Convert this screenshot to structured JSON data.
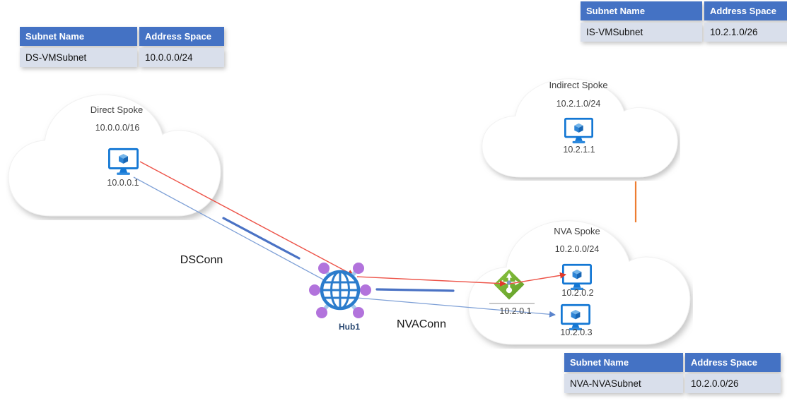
{
  "table_headers": {
    "subnet_name": "Subnet Name",
    "address_space": "Address Space"
  },
  "tables": {
    "direct_spoke": {
      "subnet_name": "DS-VMSubnet",
      "address_space": "10.0.0.0/24"
    },
    "indirect_spoke": {
      "subnet_name": "IS-VMSubnet",
      "address_space": "10.2.1.0/26"
    },
    "nva_spoke": {
      "subnet_name": "NVA-NVASubnet",
      "address_space": "10.2.0.0/26"
    }
  },
  "clouds": {
    "direct_spoke": {
      "title": "Direct Spoke",
      "address_space": "10.0.0.0/16",
      "vm_ip": "10.0.0.1"
    },
    "indirect_spoke": {
      "title": "Indirect Spoke",
      "address_space": "10.2.1.0/24",
      "vm_ip": "10.2.1.1"
    },
    "nva_spoke": {
      "title": "NVA Spoke",
      "address_space": "10.2.0.0/24",
      "nva_ip": "10.2.0.1",
      "vm1_ip": "10.2.0.2",
      "vm2_ip": "10.2.0.3"
    }
  },
  "hub": {
    "label": "Hub1"
  },
  "connections": {
    "ds": {
      "label": "DSConn"
    },
    "nva": {
      "label": "NVAConn"
    }
  },
  "icons": {
    "vm": "azure-virtual-machine-icon",
    "nva": "network-virtual-appliance-icon",
    "hub": "virtual-wan-hub-globe-icon"
  },
  "colors": {
    "table_header_bg": "#4472C4",
    "table_row_bg": "#D9DFEB",
    "route_red": "#ED5348",
    "route_blue": "#7D9FD6",
    "connection_blue": "#4A72C4",
    "link_orange": "#ED7D31",
    "nva_green": "#76B82A",
    "hub_purple": "#B273DC",
    "azure_blue": "#1377D4"
  }
}
